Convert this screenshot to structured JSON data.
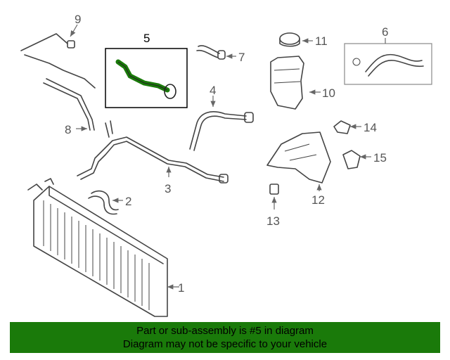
{
  "diagram": {
    "highlight_color": "#1a7a0a",
    "callouts": {
      "c1": "1",
      "c2": "2",
      "c3": "3",
      "c4": "4",
      "c5": "5",
      "c6": "6",
      "c7": "7",
      "c8": "8",
      "c9": "9",
      "c10": "10",
      "c11": "11",
      "c12": "12",
      "c13": "13",
      "c14": "14",
      "c15": "15"
    }
  },
  "banner": {
    "line1": "Part or sub-assembly is #5 in diagram",
    "line2": "Diagram may not be specific to your vehicle"
  }
}
